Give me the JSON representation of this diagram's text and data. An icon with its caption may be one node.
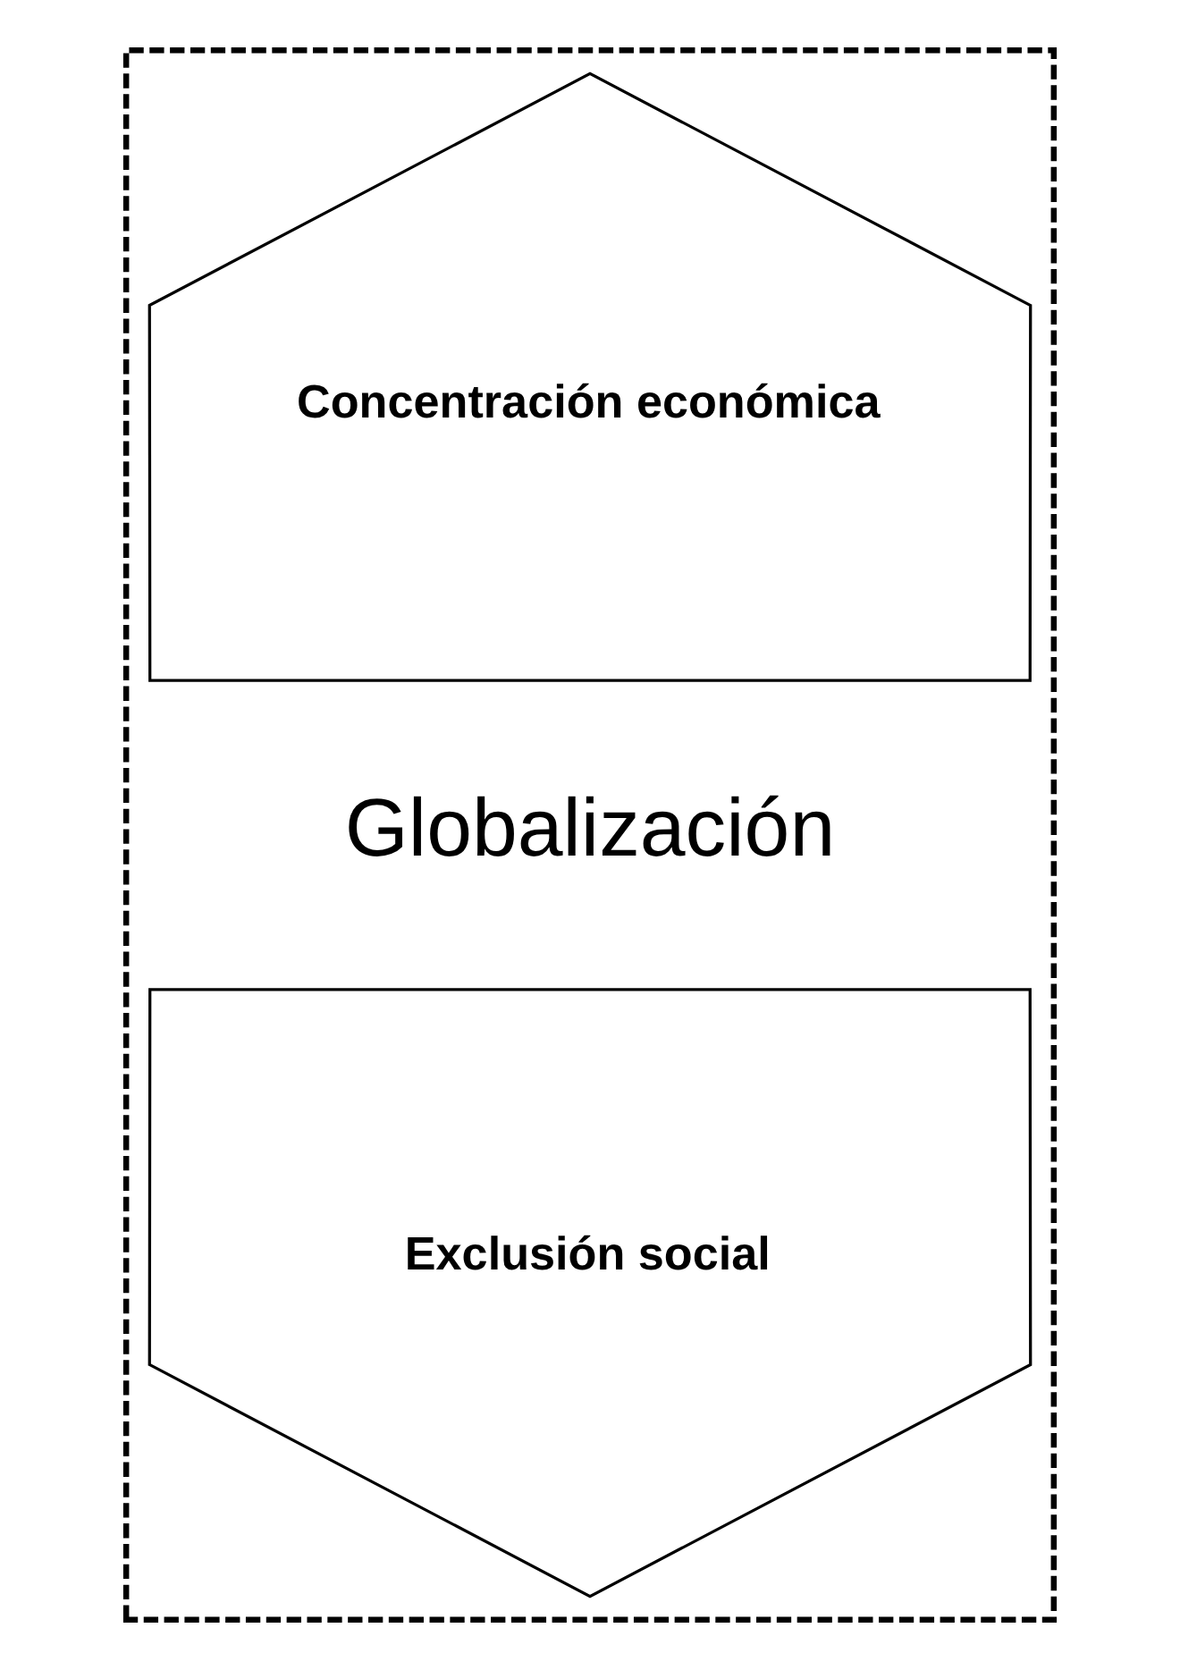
{
  "diagram": {
    "nodes": [
      {
        "text": [],
        "shape": "box"
      },
      {
        "text": [
          "Concentración económica"
        ],
        "in": 0
      },
      {
        "text": [
          "Globalización"
        ],
        "in": 0
      },
      {
        "text": [
          "Exclusión social"
        ],
        "in": 0
      }
    ],
    "edges": []
  }
}
